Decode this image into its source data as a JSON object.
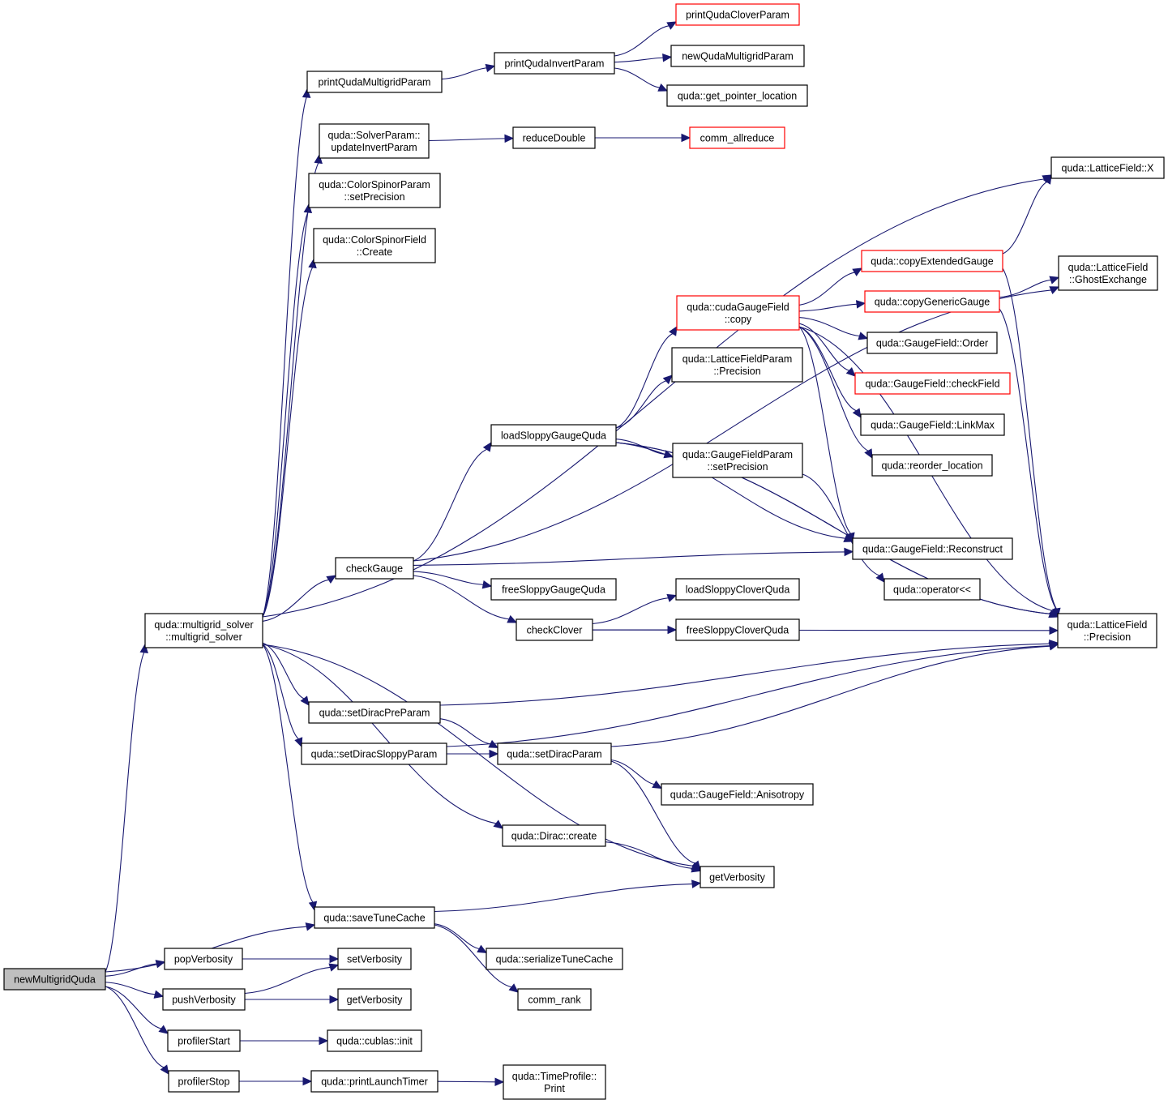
{
  "graph": {
    "accent_colors": {
      "edge": "#191970",
      "node_border": "#000000",
      "external_border": "#ff0000",
      "root_fill": "#bfbfbf"
    },
    "nodes": [
      {
        "id": "newMultigridQuda",
        "lines": [
          "newMultigridQuda"
        ],
        "root": true
      },
      {
        "id": "multigrid_solver",
        "lines": [
          "quda::multigrid_solver",
          "::multigrid_solver"
        ]
      },
      {
        "id": "popVerbosity",
        "lines": [
          "popVerbosity"
        ]
      },
      {
        "id": "pushVerbosity",
        "lines": [
          "pushVerbosity"
        ]
      },
      {
        "id": "profilerStart",
        "lines": [
          "profilerStart"
        ]
      },
      {
        "id": "profilerStop",
        "lines": [
          "profilerStop"
        ]
      },
      {
        "id": "saveTuneCache",
        "lines": [
          "quda::saveTuneCache"
        ]
      },
      {
        "id": "setVerbosity",
        "lines": [
          "setVerbosity"
        ]
      },
      {
        "id": "getVerbosity2",
        "lines": [
          "getVerbosity"
        ]
      },
      {
        "id": "cublasInit",
        "lines": [
          "quda::cublas::init"
        ]
      },
      {
        "id": "printLaunchTimer",
        "lines": [
          "quda::printLaunchTimer"
        ]
      },
      {
        "id": "timeProfilePrint",
        "lines": [
          "quda::TimeProfile::",
          "Print"
        ]
      },
      {
        "id": "serializeTuneCache",
        "lines": [
          "quda::serializeTuneCache"
        ]
      },
      {
        "id": "commRank",
        "lines": [
          "comm_rank"
        ]
      },
      {
        "id": "printQudaMultigridParam",
        "lines": [
          "printQudaMultigridParam"
        ]
      },
      {
        "id": "printQudaInvertParam",
        "lines": [
          "printQudaInvertParam"
        ]
      },
      {
        "id": "printQudaCloverParam",
        "lines": [
          "printQudaCloverParam"
        ],
        "external": true
      },
      {
        "id": "newQudaMultigridParam",
        "lines": [
          "newQudaMultigridParam"
        ]
      },
      {
        "id": "getPointerLocation",
        "lines": [
          "quda::get_pointer_location"
        ]
      },
      {
        "id": "updateInvertParam",
        "lines": [
          "quda::SolverParam::",
          "updateInvertParam"
        ]
      },
      {
        "id": "reduceDouble",
        "lines": [
          "reduceDouble"
        ]
      },
      {
        "id": "commAllreduce",
        "lines": [
          "comm_allreduce"
        ],
        "external": true
      },
      {
        "id": "csParamSetPrecision",
        "lines": [
          "quda::ColorSpinorParam",
          "::setPrecision"
        ]
      },
      {
        "id": "csFieldCreate",
        "lines": [
          "quda::ColorSpinorField",
          "::Create"
        ]
      },
      {
        "id": "latticeFieldX",
        "lines": [
          "quda::LatticeField::X"
        ]
      },
      {
        "id": "ghostExchange",
        "lines": [
          "quda::LatticeField",
          "::GhostExchange"
        ]
      },
      {
        "id": "copyExtendedGauge",
        "lines": [
          "quda::copyExtendedGauge"
        ],
        "external": true
      },
      {
        "id": "cudaGaugeFieldCopy",
        "lines": [
          "quda::cudaGaugeField",
          "::copy"
        ],
        "external": true
      },
      {
        "id": "copyGenericGauge",
        "lines": [
          "quda::copyGenericGauge"
        ],
        "external": true
      },
      {
        "id": "gaugeFieldOrder",
        "lines": [
          "quda::GaugeField::Order"
        ]
      },
      {
        "id": "checkField",
        "lines": [
          "quda::GaugeField::checkField"
        ],
        "external": true
      },
      {
        "id": "linkMax",
        "lines": [
          "quda::GaugeField::LinkMax"
        ]
      },
      {
        "id": "reorderLocation",
        "lines": [
          "quda::reorder_location"
        ]
      },
      {
        "id": "lfpPrecision",
        "lines": [
          "quda::LatticeFieldParam",
          "::Precision"
        ]
      },
      {
        "id": "loadSloppyGaugeQuda",
        "lines": [
          "loadSloppyGaugeQuda"
        ]
      },
      {
        "id": "gfpSetPrecision",
        "lines": [
          "quda::GaugeFieldParam",
          "::setPrecision"
        ]
      },
      {
        "id": "reconstruct",
        "lines": [
          "quda::GaugeField::Reconstruct"
        ]
      },
      {
        "id": "operatorLshift",
        "lines": [
          "quda::operator<<"
        ]
      },
      {
        "id": "checkGauge",
        "lines": [
          "checkGauge"
        ]
      },
      {
        "id": "freeSloppyGaugeQuda",
        "lines": [
          "freeSloppyGaugeQuda"
        ]
      },
      {
        "id": "loadSloppyCloverQuda",
        "lines": [
          "loadSloppyCloverQuda"
        ]
      },
      {
        "id": "checkClover",
        "lines": [
          "checkClover"
        ]
      },
      {
        "id": "freeSloppyCloverQuda",
        "lines": [
          "freeSloppyCloverQuda"
        ]
      },
      {
        "id": "lfPrecision",
        "lines": [
          "quda::LatticeField",
          "::Precision"
        ]
      },
      {
        "id": "setDiracPreParam",
        "lines": [
          "quda::setDiracPreParam"
        ]
      },
      {
        "id": "setDiracSloppyParam",
        "lines": [
          "quda::setDiracSloppyParam"
        ]
      },
      {
        "id": "setDiracParam",
        "lines": [
          "quda::setDiracParam"
        ]
      },
      {
        "id": "anisotropy",
        "lines": [
          "quda::GaugeField::Anisotropy"
        ]
      },
      {
        "id": "diracCreate",
        "lines": [
          "quda::Dirac::create"
        ]
      },
      {
        "id": "getVerbosity",
        "lines": [
          "getVerbosity"
        ]
      }
    ],
    "edges": [
      {
        "from": "newMultigridQuda",
        "to": "multigrid_solver"
      },
      {
        "from": "newMultigridQuda",
        "to": "saveTuneCache"
      },
      {
        "from": "newMultigridQuda",
        "to": "popVerbosity"
      },
      {
        "from": "newMultigridQuda",
        "to": "pushVerbosity"
      },
      {
        "from": "newMultigridQuda",
        "to": "profilerStart"
      },
      {
        "from": "newMultigridQuda",
        "to": "profilerStop"
      },
      {
        "from": "popVerbosity",
        "to": "setVerbosity"
      },
      {
        "from": "pushVerbosity",
        "to": "setVerbosity"
      },
      {
        "from": "pushVerbosity",
        "to": "getVerbosity2"
      },
      {
        "from": "profilerStart",
        "to": "cublasInit"
      },
      {
        "from": "profilerStop",
        "to": "printLaunchTimer"
      },
      {
        "from": "printLaunchTimer",
        "to": "timeProfilePrint"
      },
      {
        "from": "saveTuneCache",
        "to": "getVerbosity"
      },
      {
        "from": "saveTuneCache",
        "to": "serializeTuneCache"
      },
      {
        "from": "saveTuneCache",
        "to": "commRank"
      },
      {
        "from": "multigrid_solver",
        "to": "printQudaMultigridParam"
      },
      {
        "from": "multigrid_solver",
        "to": "updateInvertParam"
      },
      {
        "from": "multigrid_solver",
        "to": "csParamSetPrecision"
      },
      {
        "from": "multigrid_solver",
        "to": "csFieldCreate"
      },
      {
        "from": "multigrid_solver",
        "to": "latticeFieldX"
      },
      {
        "from": "multigrid_solver",
        "to": "checkGauge"
      },
      {
        "from": "multigrid_solver",
        "to": "setDiracPreParam"
      },
      {
        "from": "multigrid_solver",
        "to": "setDiracSloppyParam"
      },
      {
        "from": "multigrid_solver",
        "to": "diracCreate"
      },
      {
        "from": "multigrid_solver",
        "to": "getVerbosity"
      },
      {
        "from": "multigrid_solver",
        "to": "saveTuneCache"
      },
      {
        "from": "printQudaMultigridParam",
        "to": "printQudaInvertParam"
      },
      {
        "from": "printQudaInvertParam",
        "to": "printQudaCloverParam"
      },
      {
        "from": "printQudaInvertParam",
        "to": "newQudaMultigridParam"
      },
      {
        "from": "printQudaInvertParam",
        "to": "getPointerLocation"
      },
      {
        "from": "updateInvertParam",
        "to": "reduceDouble"
      },
      {
        "from": "reduceDouble",
        "to": "commAllreduce"
      },
      {
        "from": "checkGauge",
        "to": "loadSloppyGaugeQuda"
      },
      {
        "from": "checkGauge",
        "to": "ghostExchange"
      },
      {
        "from": "checkGauge",
        "to": "reconstruct"
      },
      {
        "from": "checkGauge",
        "to": "freeSloppyGaugeQuda"
      },
      {
        "from": "checkGauge",
        "to": "checkClover"
      },
      {
        "from": "loadSloppyGaugeQuda",
        "to": "cudaGaugeFieldCopy"
      },
      {
        "from": "loadSloppyGaugeQuda",
        "to": "lfpPrecision"
      },
      {
        "from": "loadSloppyGaugeQuda",
        "to": "gfpSetPrecision"
      },
      {
        "from": "loadSloppyGaugeQuda",
        "to": "lfPrecision"
      },
      {
        "from": "loadSloppyGaugeQuda",
        "to": "reconstruct"
      },
      {
        "from": "loadSloppyGaugeQuda",
        "to": "lfPrecision"
      },
      {
        "from": "cudaGaugeFieldCopy",
        "to": "copyExtendedGauge"
      },
      {
        "from": "cudaGaugeFieldCopy",
        "to": "copyGenericGauge"
      },
      {
        "from": "cudaGaugeFieldCopy",
        "to": "gaugeFieldOrder"
      },
      {
        "from": "cudaGaugeFieldCopy",
        "to": "checkField"
      },
      {
        "from": "cudaGaugeFieldCopy",
        "to": "linkMax"
      },
      {
        "from": "cudaGaugeFieldCopy",
        "to": "reorderLocation"
      },
      {
        "from": "cudaGaugeFieldCopy",
        "to": "reconstruct"
      },
      {
        "from": "cudaGaugeFieldCopy",
        "to": "lfPrecision"
      },
      {
        "from": "copyExtendedGauge",
        "to": "latticeFieldX"
      },
      {
        "from": "copyExtendedGauge",
        "to": "lfPrecision"
      },
      {
        "from": "copyGenericGauge",
        "to": "ghostExchange"
      },
      {
        "from": "copyGenericGauge",
        "to": "lfPrecision"
      },
      {
        "from": "gfpSetPrecision",
        "to": "operatorLshift"
      },
      {
        "from": "checkClover",
        "to": "loadSloppyCloverQuda"
      },
      {
        "from": "checkClover",
        "to": "freeSloppyCloverQuda"
      },
      {
        "from": "checkClover",
        "to": "lfPrecision"
      },
      {
        "from": "setDiracPreParam",
        "to": "lfPrecision"
      },
      {
        "from": "setDiracPreParam",
        "to": "setDiracParam"
      },
      {
        "from": "setDiracSloppyParam",
        "to": "setDiracParam"
      },
      {
        "from": "setDiracSloppyParam",
        "to": "lfPrecision"
      },
      {
        "from": "setDiracParam",
        "to": "lfPrecision"
      },
      {
        "from": "setDiracParam",
        "to": "anisotropy"
      },
      {
        "from": "setDiracParam",
        "to": "getVerbosity"
      },
      {
        "from": "diracCreate",
        "to": "getVerbosity"
      }
    ]
  }
}
